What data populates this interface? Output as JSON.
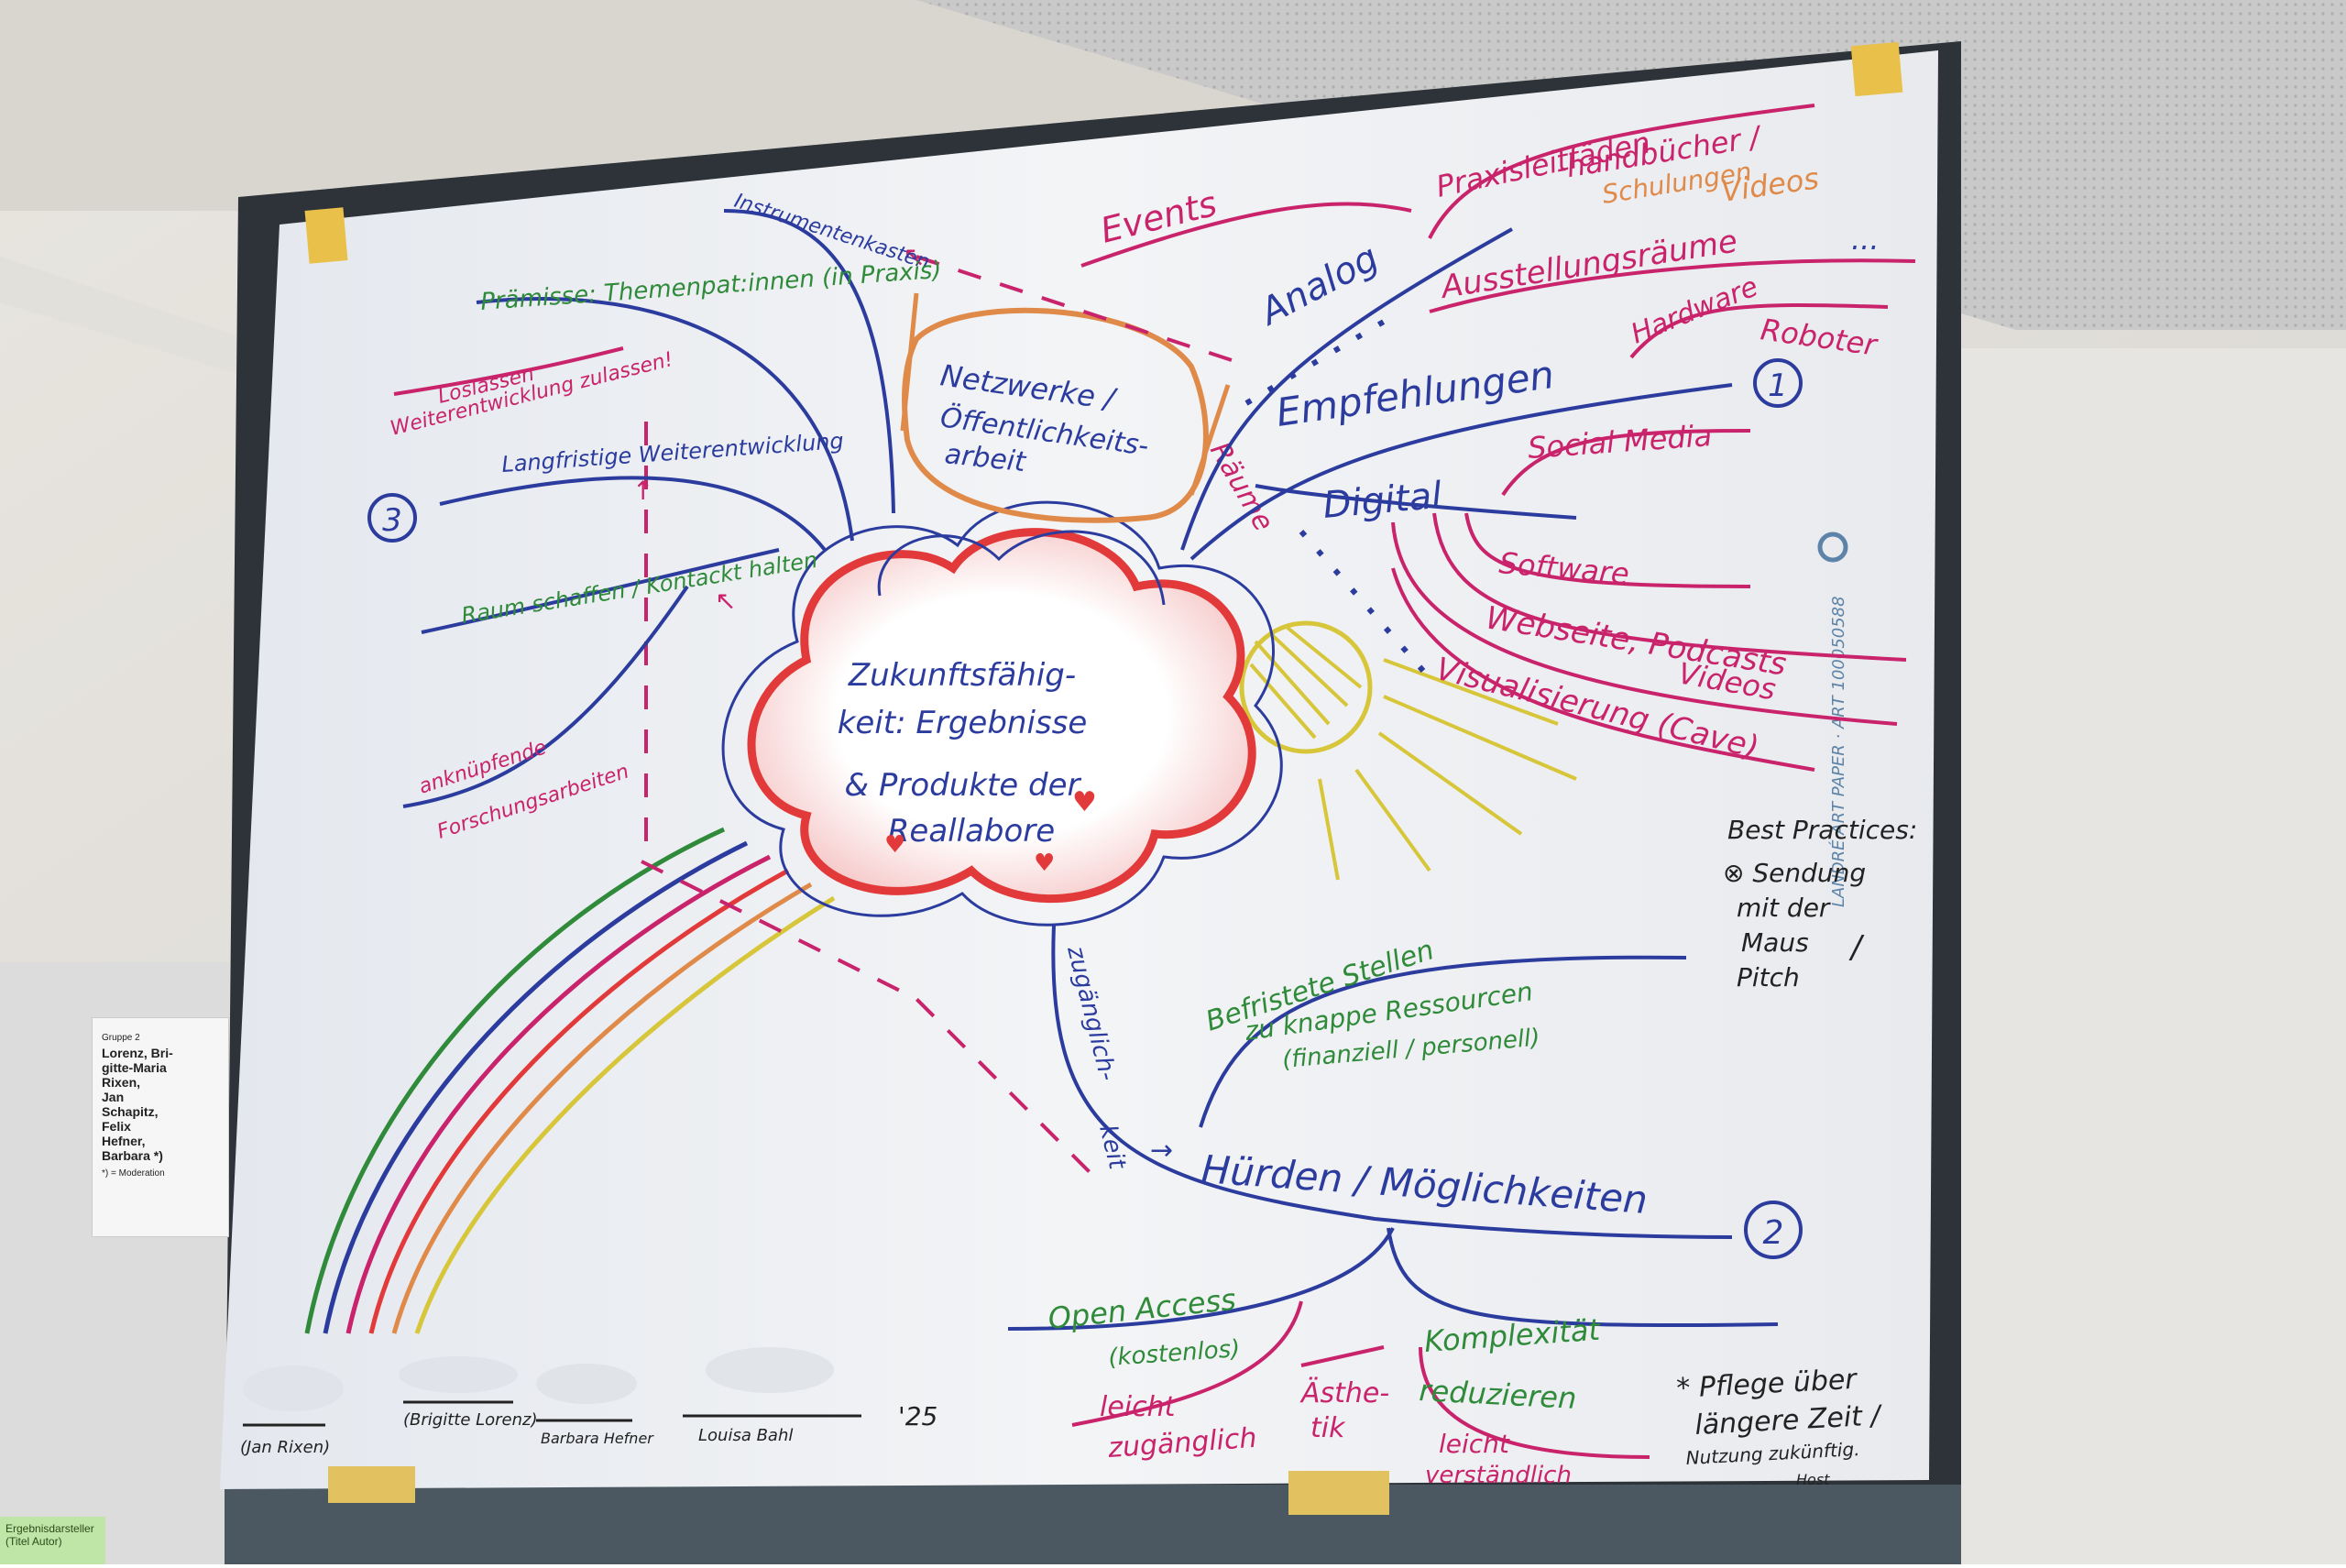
{
  "center": {
    "lines": [
      "Zukunftsfähig-",
      "keit: Ergebnisse",
      "& Produkte der",
      "Reallabore"
    ]
  },
  "branch_analog": {
    "label": "Analog",
    "items": [
      "Events",
      "Praxisleitfäden",
      "-handbücher /",
      "Schulungen",
      "Videos",
      "Ausstellungsräume",
      "..."
    ]
  },
  "branch_digital": {
    "label": "Digital",
    "items": [
      "Hardware",
      "Roboter",
      "Social Media",
      "Software",
      "Webseite, Podcasts",
      "Videos",
      "Visualisierung (Cave)"
    ]
  },
  "recommendations": {
    "label": "Empfehlungen",
    "number": "1"
  },
  "network": {
    "label_line1": "Netzwerke /",
    "label_line2": "Öffentlichkeits-",
    "label_line3": "arbeit",
    "rooms": "Räume"
  },
  "left_branch": {
    "number": "3",
    "instrument": "Instrumentenkasten",
    "premise": "Prämisse: Themenpat:innen (in Praxis)",
    "letting_go_1": "Loslassen",
    "letting_go_2": "Weiterentwicklung zulassen!",
    "longterm": "Langfristige Weiterentwicklung",
    "space": "Raum schaffen / Kontackt halten",
    "follow_1": "anknüpfende",
    "follow_2": "Forschungsarbeiten"
  },
  "hurdles": {
    "number": "2",
    "label": "Hürden / Möglichkeiten",
    "access_1": "zugänglich-",
    "access_2": "keit",
    "temporary": "Befristete Stellen",
    "scarce": "zu knappe Ressourcen",
    "scarce_detail": "(finanziell / personell)",
    "open_access": "Open Access",
    "free": "(kostenlos)",
    "easy_1": "leicht",
    "easy_2": "zugänglich",
    "aesthetic_1": "Ästhe-",
    "aesthetic_2": "tik",
    "complexity": "Komplexität",
    "reduce": "reduzieren",
    "easy_3": "leicht",
    "understand": "verständlich",
    "care_1": "* Pflege über",
    "care_2": "längere Zeit /",
    "care_3": "Nutzung zukünftig.",
    "care_4": "Host"
  },
  "best_practices": {
    "title": "Best Practices:",
    "lines": [
      "⊗ Sendung",
      "mit der",
      "Maus",
      "Pitch"
    ],
    "separator": "/"
  },
  "signatures": [
    "(Jan Rixen)",
    "(Brigitte Lorenz)",
    "Barbara Hefner",
    "Louisa Bahl",
    "'25"
  ],
  "side_card": {
    "header": "Gruppe 2",
    "names": [
      "Lorenz, Bri-",
      "gitte-Maria",
      "Rixen,",
      "Jan",
      "Schapitz,",
      "Felix",
      "Hefner,",
      "Barbara *)"
    ],
    "footnote": "*) = Moderation"
  },
  "sticky_note": {
    "line1": "Ergebnisdarsteller",
    "line2": "(Titel Autor)"
  },
  "paper_brand": "LANDRÉ ART PAPER · ART 100050588",
  "colors": {
    "blue": "#2b3c9e",
    "pink": "#c9236b",
    "green": "#2f8a3a",
    "orange": "#e08a4a",
    "red": "#e23a3a",
    "yellow": "#d7c63a"
  }
}
